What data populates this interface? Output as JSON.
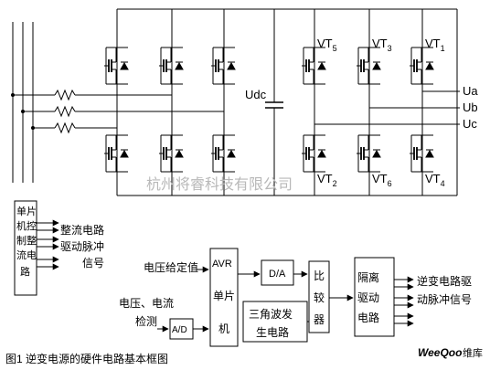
{
  "power_stage": {
    "dc_link_label": "Udc",
    "devices": [
      {
        "id": "vt5",
        "label": "VT",
        "sub": "5"
      },
      {
        "id": "vt3",
        "label": "VT",
        "sub": "3"
      },
      {
        "id": "vt1",
        "label": "VT",
        "sub": "1"
      },
      {
        "id": "vt2",
        "label": "VT",
        "sub": "2"
      },
      {
        "id": "vt6",
        "label": "VT",
        "sub": "6"
      },
      {
        "id": "vt4",
        "label": "VT",
        "sub": "4"
      }
    ],
    "outputs": [
      "Ua",
      "Ub",
      "Uc"
    ]
  },
  "rectifier_controller": {
    "box_text": [
      "单片",
      "机控",
      "制整",
      "流电",
      "路"
    ],
    "signals": [
      "整流电路",
      "驱动脉冲",
      "信号"
    ]
  },
  "inverter_control": {
    "voltage_setpoint_label": "电压给定值",
    "feedback_label_line1": "电压、电流",
    "feedback_label_line2": "检测",
    "adc_label": "A/D",
    "mcu_text": [
      "AVR",
      "单片",
      "机"
    ],
    "dac_label": "D/A",
    "triangle_gen_line1": "三角波发",
    "triangle_gen_line2": "生电路",
    "comparator_text": [
      "比",
      "较",
      "器"
    ],
    "isolation_driver_text": [
      "隔离",
      "驱动",
      "电路"
    ],
    "output_signal_line1": "逆变电路驱",
    "output_signal_line2": "动脉冲信号"
  },
  "caption": "图1 逆变电源的硬件电路基本框图",
  "watermark": {
    "center_text": "杭州将睿科技有限公司",
    "logo_text": "WeeQoo",
    "logo_suffix": "维库"
  }
}
